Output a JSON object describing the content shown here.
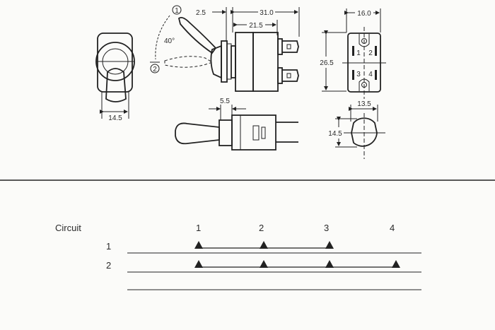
{
  "dimensions": {
    "front_width": "14.5",
    "angle": "40°",
    "position_1": "1",
    "position_2": "2",
    "flange": "2.5",
    "overall_length": "31.0",
    "body_length": "21.5",
    "base_width": "16.0",
    "base_height": "26.5",
    "terminals": [
      "1",
      "2",
      "3",
      "4"
    ],
    "lever_offset": "5.5",
    "bushing_width": "13.5",
    "bushing_height": "14.5"
  },
  "circuit_table": {
    "header": "Circuit",
    "columns": [
      "1",
      "2",
      "3",
      "4"
    ],
    "rows": [
      {
        "label": "1",
        "connected": [
          "1",
          "2",
          "3"
        ]
      },
      {
        "label": "2",
        "connected": [
          "1",
          "2",
          "3",
          "4"
        ]
      }
    ]
  },
  "colors": {
    "ink": "#222222",
    "paper": "#fbfbf9"
  }
}
